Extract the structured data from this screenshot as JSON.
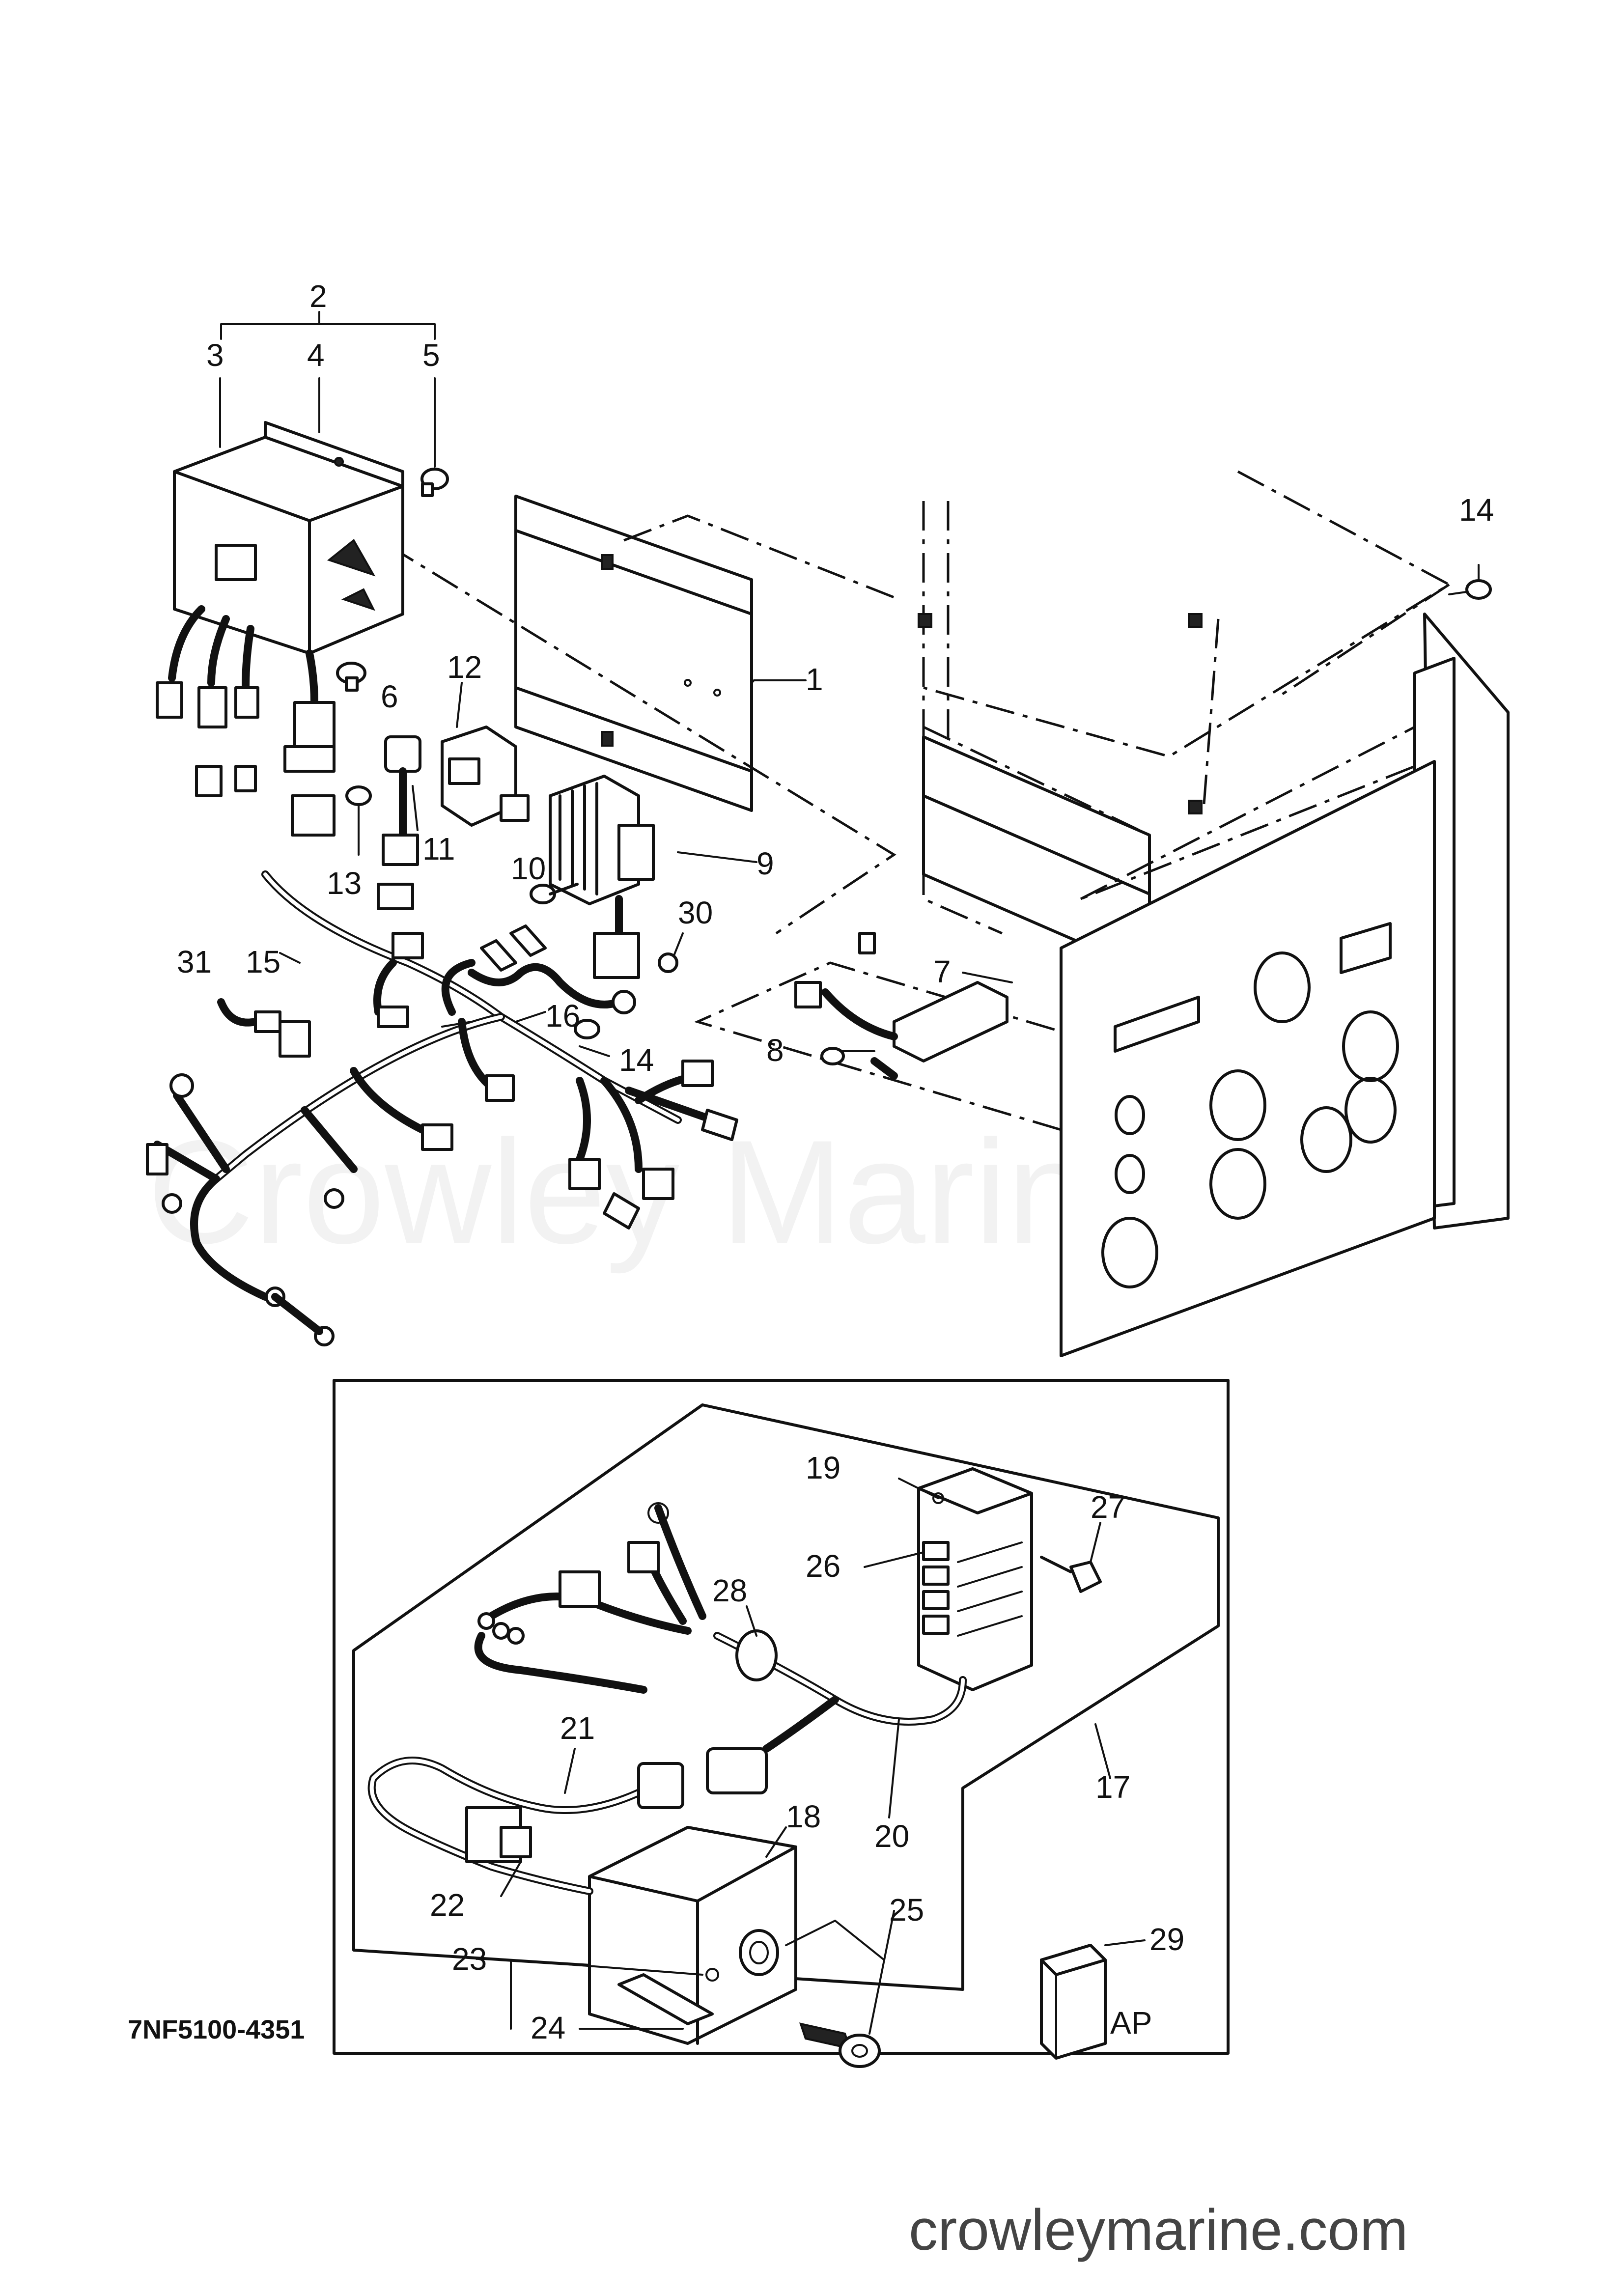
{
  "drawing": {
    "watermark": "Crowley Marine",
    "code": "7NF5100-4351",
    "section_tag": "AP",
    "site": "crowleymarine.com"
  },
  "callouts": [
    {
      "id": "c1",
      "label": "1"
    },
    {
      "id": "c2",
      "label": "2"
    },
    {
      "id": "c3",
      "label": "3"
    },
    {
      "id": "c4",
      "label": "4"
    },
    {
      "id": "c5",
      "label": "5"
    },
    {
      "id": "c6",
      "label": "6"
    },
    {
      "id": "c7",
      "label": "7"
    },
    {
      "id": "c8",
      "label": "8"
    },
    {
      "id": "c9",
      "label": "9"
    },
    {
      "id": "c10",
      "label": "10"
    },
    {
      "id": "c11",
      "label": "11"
    },
    {
      "id": "c12",
      "label": "12"
    },
    {
      "id": "c13",
      "label": "13"
    },
    {
      "id": "c14a",
      "label": "14"
    },
    {
      "id": "c14b",
      "label": "14"
    },
    {
      "id": "c15",
      "label": "15"
    },
    {
      "id": "c16",
      "label": "16"
    },
    {
      "id": "c17",
      "label": "17"
    },
    {
      "id": "c18",
      "label": "18"
    },
    {
      "id": "c19",
      "label": "19"
    },
    {
      "id": "c20",
      "label": "20"
    },
    {
      "id": "c21",
      "label": "21"
    },
    {
      "id": "c22",
      "label": "22"
    },
    {
      "id": "c23",
      "label": "23"
    },
    {
      "id": "c24",
      "label": "24"
    },
    {
      "id": "c25",
      "label": "25"
    },
    {
      "id": "c26",
      "label": "26"
    },
    {
      "id": "c27",
      "label": "27"
    },
    {
      "id": "c28",
      "label": "28"
    },
    {
      "id": "c29",
      "label": "29"
    },
    {
      "id": "c30",
      "label": "30"
    },
    {
      "id": "c31",
      "label": "31"
    }
  ]
}
